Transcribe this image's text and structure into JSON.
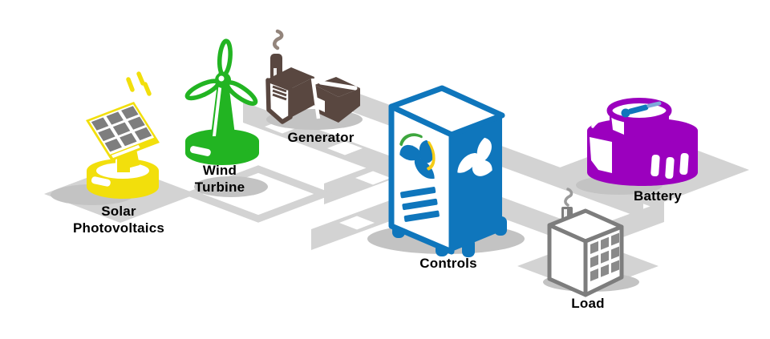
{
  "diagram": {
    "nodes": [
      {
        "id": "solar",
        "label": "Solar Photovoltaics",
        "color": "#F2DF0C"
      },
      {
        "id": "wind",
        "label": "Wind Turbine",
        "color": "#22B422"
      },
      {
        "id": "generator",
        "label": "Generator",
        "color": "#594740"
      },
      {
        "id": "controls",
        "label": "Controls",
        "color": "#0F76BC"
      },
      {
        "id": "battery",
        "label": "Battery",
        "color": "#9B00BE"
      },
      {
        "id": "load",
        "label": "Load",
        "color": "#7D7D7D"
      }
    ],
    "connections": [
      {
        "from": "solar",
        "to": "wind"
      },
      {
        "from": "wind",
        "to": "controls"
      },
      {
        "from": "generator",
        "to": "controls"
      },
      {
        "from": "controls",
        "to": "battery"
      },
      {
        "from": "controls",
        "to": "load"
      },
      {
        "from": "battery",
        "to": "load"
      }
    ]
  },
  "colors": {
    "road": "#D3D3D3",
    "shadow": "#C3C3C3",
    "solar": "#F2DF0C",
    "wind": "#22B422",
    "generator": "#594740",
    "controls": "#0F76BC",
    "battery": "#9B00BE",
    "loadgray": "#7D7D7D",
    "cellgray": "#7E7E7E",
    "windowgray": "#8A8A8A",
    "smoke": "#93857C",
    "loadsmoke": "#9A9A9A",
    "accentgreen": "#3EA63E",
    "accentyellow": "#F5CC16",
    "lightblue": "#7FA8D9",
    "text": "#000000"
  }
}
